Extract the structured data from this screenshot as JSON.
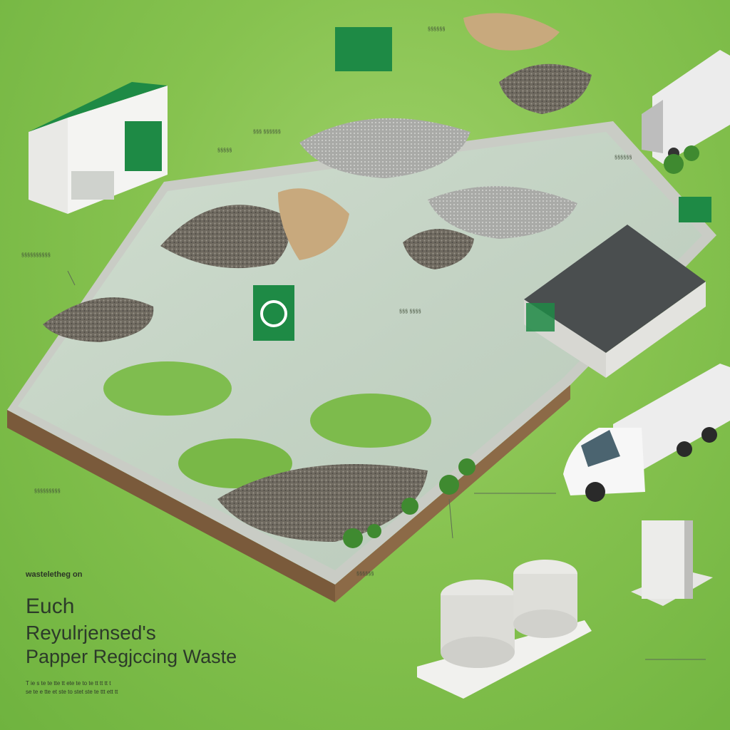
{
  "caption": "wasteletheg on",
  "title": {
    "line1": "Euch",
    "line2": "Reyulrjensed's",
    "line3": "Papper Regjccing Waste"
  },
  "body_text": {
    "line1": "T ie s te te tte tt ete te to te tt tt tt t",
    "line2": "se te e tte et ste to stet ste te ttt ett tt"
  },
  "labels": {
    "label_top_center": "§§§§§§",
    "label_top_left": "§§§ §§§§§§",
    "label_left_mid": "§§§§§§§§§§",
    "label_left_low": "§§§§§§§§§",
    "label_center_a": "§§§§§",
    "label_center_b": "§§§ §§§§",
    "label_right_a": "§§§§§§",
    "label_bottom_center": "§§§§§§"
  },
  "colors": {
    "grass": "#86c24f",
    "brand_green": "#1e8a45",
    "building_white": "#f2f2f0",
    "gravel": "#7c766b",
    "sand": "#c8a97d"
  }
}
